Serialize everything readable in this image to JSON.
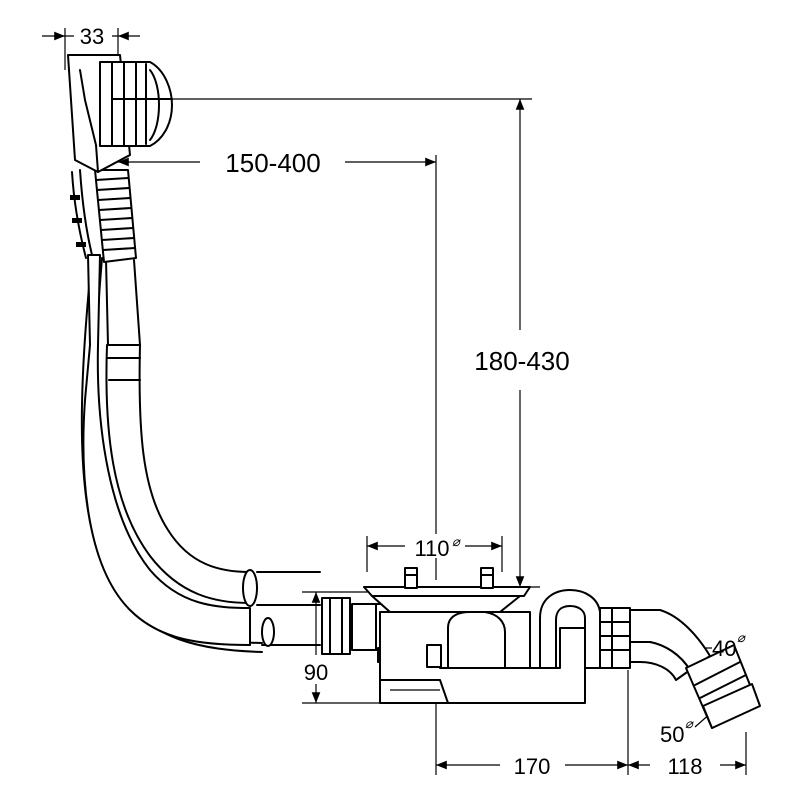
{
  "dimensions": {
    "overflow_width": "33",
    "horizontal_reach": "150-400",
    "vertical_reach": "180-430",
    "drain_diameter": "110",
    "drain_diameter_symbol": "⌀",
    "height": "90",
    "outlet_offset": "170",
    "outlet_length": "118",
    "outlet_diameter_40": "40",
    "outlet_diameter_50": "50",
    "diameter_symbol": "⌀"
  }
}
